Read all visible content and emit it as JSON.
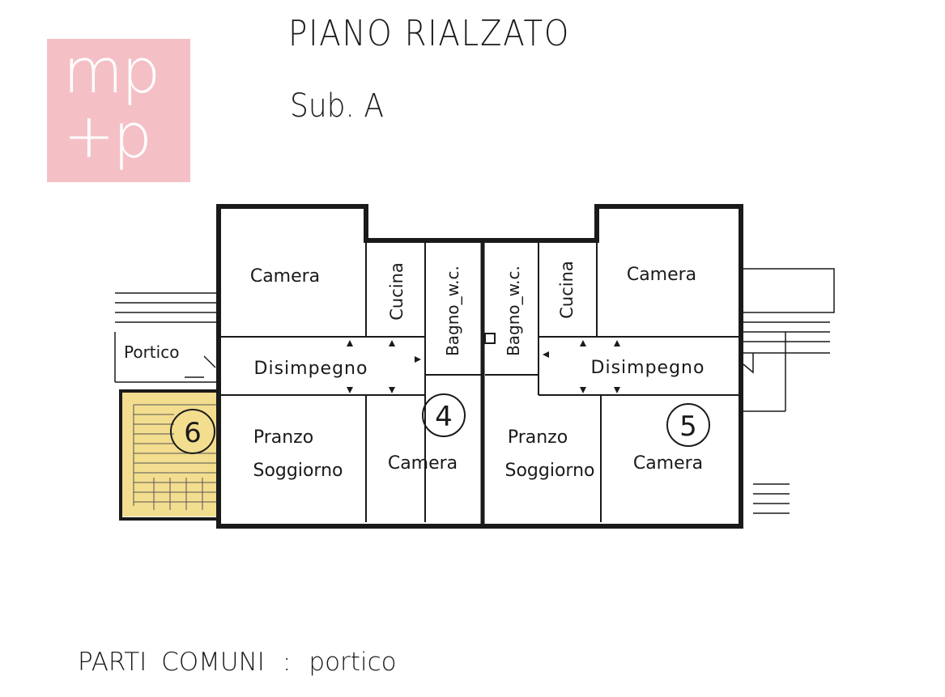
{
  "logo": {
    "text_line1": "mp",
    "text_line2": "+p",
    "color": "#f4c0c6"
  },
  "title": "PIANO RIALZATO",
  "subtitle": "Sub. A",
  "rooms": {
    "left_camera_top": "Camera",
    "left_cucina": "Cucina",
    "left_bagno": "Bagno_w.c.",
    "left_disimpegno": "Disimpegno",
    "left_pranzo": "Pranzo",
    "left_soggiorno": "Soggiorno",
    "left_camera_bottom": "Camera",
    "right_bagno": "Bagno_w.c.",
    "right_cucina": "Cucina",
    "right_camera_top": "Camera",
    "right_disimpegno": "Disimpegno",
    "right_pranzo": "Pranzo",
    "right_soggiorno": "Soggiorno",
    "right_camera_bottom": "Camera",
    "portico": "Portico"
  },
  "unit_numbers": {
    "left": "4",
    "right": "5",
    "stair": "6"
  },
  "highlight_color": "#f3dd8e",
  "footer": {
    "label": "PARTI COMUNI",
    "separator": ":",
    "value": "portico"
  }
}
